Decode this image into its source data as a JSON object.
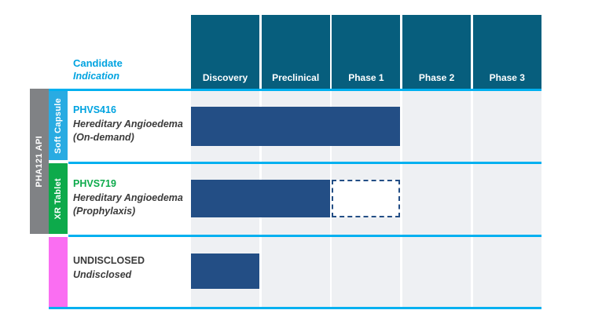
{
  "colors": {
    "header_teal": "#075E7D",
    "bar_navy": "#234E85",
    "stripe_gray": "#EEF0F3",
    "accent_cyan_line": "#00B0F0",
    "candidate_cyan": "#00A3E0",
    "soft_capsule_cyan": "#29ABE2",
    "green": "#0DAA4B",
    "magenta": "#FA6EF2",
    "gray": "#808285",
    "text_dark": "#3B3B3B"
  },
  "header": {
    "candidate_label": "Candidate",
    "indication_label": "Indication",
    "phases": [
      "Discovery",
      "Preclinical",
      "Phase 1",
      "Phase 2",
      "Phase 3"
    ]
  },
  "api_group": {
    "label": "PHA121 API"
  },
  "formulations": [
    {
      "label": "Soft Capsule",
      "color_key": "soft_capsule_cyan"
    },
    {
      "label": "XR Tablet",
      "color_key": "green"
    },
    {
      "label": "",
      "color_key": "magenta"
    }
  ],
  "rows": [
    {
      "candidate": "PHVS416",
      "candidate_color_key": "candidate_cyan",
      "indication": "Hereditary Angioedema",
      "detail": "(On-demand)"
    },
    {
      "candidate": "PHVS719",
      "candidate_color_key": "green",
      "indication": "Hereditary Angioedema",
      "detail": "(Prophylaxis)"
    },
    {
      "candidate": "UNDISCLOSED",
      "candidate_color_key": "text_dark",
      "indication": "Undisclosed",
      "detail": ""
    }
  ],
  "chart_data": {
    "type": "bar",
    "subtype": "pipeline-gantt",
    "title": "",
    "stages": [
      "Discovery",
      "Preclinical",
      "Phase 1",
      "Phase 2",
      "Phase 3"
    ],
    "grid": "column-stripes",
    "legend_position": "none",
    "series": [
      {
        "name": "PHVS416",
        "indication": "Hereditary Angioedema (On-demand)",
        "solid_stages": 3,
        "solid_through": "Phase 1",
        "dashed_stages": 0
      },
      {
        "name": "PHVS719",
        "indication": "Hereditary Angioedema (Prophylaxis)",
        "solid_stages": 2,
        "solid_through": "Preclinical",
        "dashed_stages": 1,
        "dashed_through": "Phase 1"
      },
      {
        "name": "UNDISCLOSED",
        "indication": "Undisclosed",
        "solid_stages": 1,
        "solid_through": "Discovery",
        "dashed_stages": 0
      }
    ]
  }
}
